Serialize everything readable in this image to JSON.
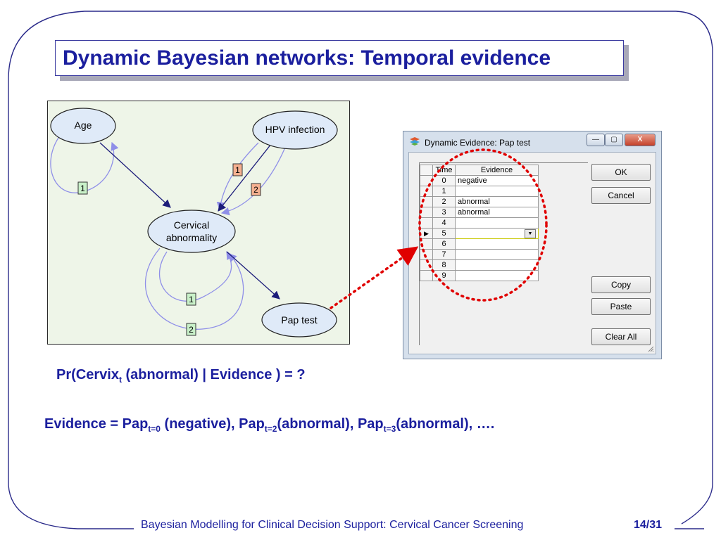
{
  "slide": {
    "title": "Dynamic Bayesian networks: Temporal evidence",
    "formula1": {
      "pre": "Pr(Cervix",
      "sub": "t",
      "post": " (abnormal) | Evidence ) = ?"
    },
    "formula2": {
      "a": "Evidence = Pap",
      "sub1": "t=0",
      "b": " (negative), Pap",
      "sub2": "t=2",
      "c": "(abnormal), Pap",
      "sub3": "t=3",
      "d": "(abnormal), …."
    },
    "footer": "Bayesian Modelling for Clinical Decision Support: Cervical Cancer Screening",
    "page": "14/31",
    "colors": {
      "accent": "#1b1f9e",
      "red_marker": "#e00000"
    }
  },
  "network": {
    "nodes": {
      "age": "Age",
      "hpv": "HPV infection",
      "cervical_line1": "Cervical",
      "cervical_line2": "abnormality",
      "pap": "Pap test"
    },
    "labels": {
      "age_self": "1",
      "hpv_1": "1",
      "hpv_2": "2",
      "cervix_self_1": "1",
      "cervix_self_2": "2"
    },
    "colors": {
      "background": "#eef5e8",
      "node_fill": "#dfeaf8",
      "arrow": "#1c1c7a",
      "temporal": "#8f8fe8",
      "label_green": "#c8f0c8",
      "label_orange": "#f5b090"
    }
  },
  "dialog": {
    "title": "Dynamic Evidence: Pap test",
    "window_buttons": {
      "minimize": "—",
      "maximize": "▢",
      "close": "X"
    },
    "columns": [
      "Time",
      "Evidence"
    ],
    "rows": [
      {
        "time": "0",
        "evidence": "negative"
      },
      {
        "time": "1",
        "evidence": ""
      },
      {
        "time": "2",
        "evidence": "abnormal"
      },
      {
        "time": "3",
        "evidence": "abnormal"
      },
      {
        "time": "4",
        "evidence": ""
      },
      {
        "time": "5",
        "evidence": "",
        "active": true
      },
      {
        "time": "6",
        "evidence": ""
      },
      {
        "time": "7",
        "evidence": ""
      },
      {
        "time": "8",
        "evidence": ""
      },
      {
        "time": "9",
        "evidence": ""
      }
    ],
    "buttons": {
      "ok": "OK",
      "cancel": "Cancel",
      "copy": "Copy",
      "paste": "Paste",
      "clear_all": "Clear All"
    }
  }
}
